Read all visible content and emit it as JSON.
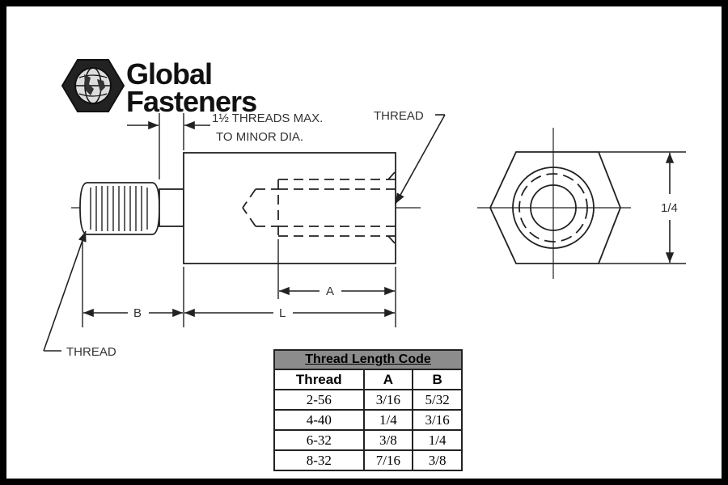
{
  "logo": {
    "line1": "Global",
    "line2": "Fasteners",
    "icon": "globe-hex-icon"
  },
  "labels": {
    "threads_max_line1": "1½ THREADS MAX.",
    "threads_max_line2": "TO MINOR DIA.",
    "thread_right": "THREAD",
    "thread_left": "THREAD",
    "dim_a": "A",
    "dim_b": "B",
    "dim_l": "L",
    "dim_hex": "1/4"
  },
  "table": {
    "caption": "Thread Length Code",
    "headers": [
      "Thread",
      "A",
      "B"
    ],
    "rows": [
      [
        "2-56",
        "3/16",
        "5/32"
      ],
      [
        "4-40",
        "1/4",
        "3/16"
      ],
      [
        "6-32",
        "3/8",
        "1/4"
      ],
      [
        "8-32",
        "7/16",
        "3/8"
      ]
    ]
  },
  "colors": {
    "frame": "#000000",
    "line": "#222222",
    "table_header_bg": "#8c8c8c"
  }
}
